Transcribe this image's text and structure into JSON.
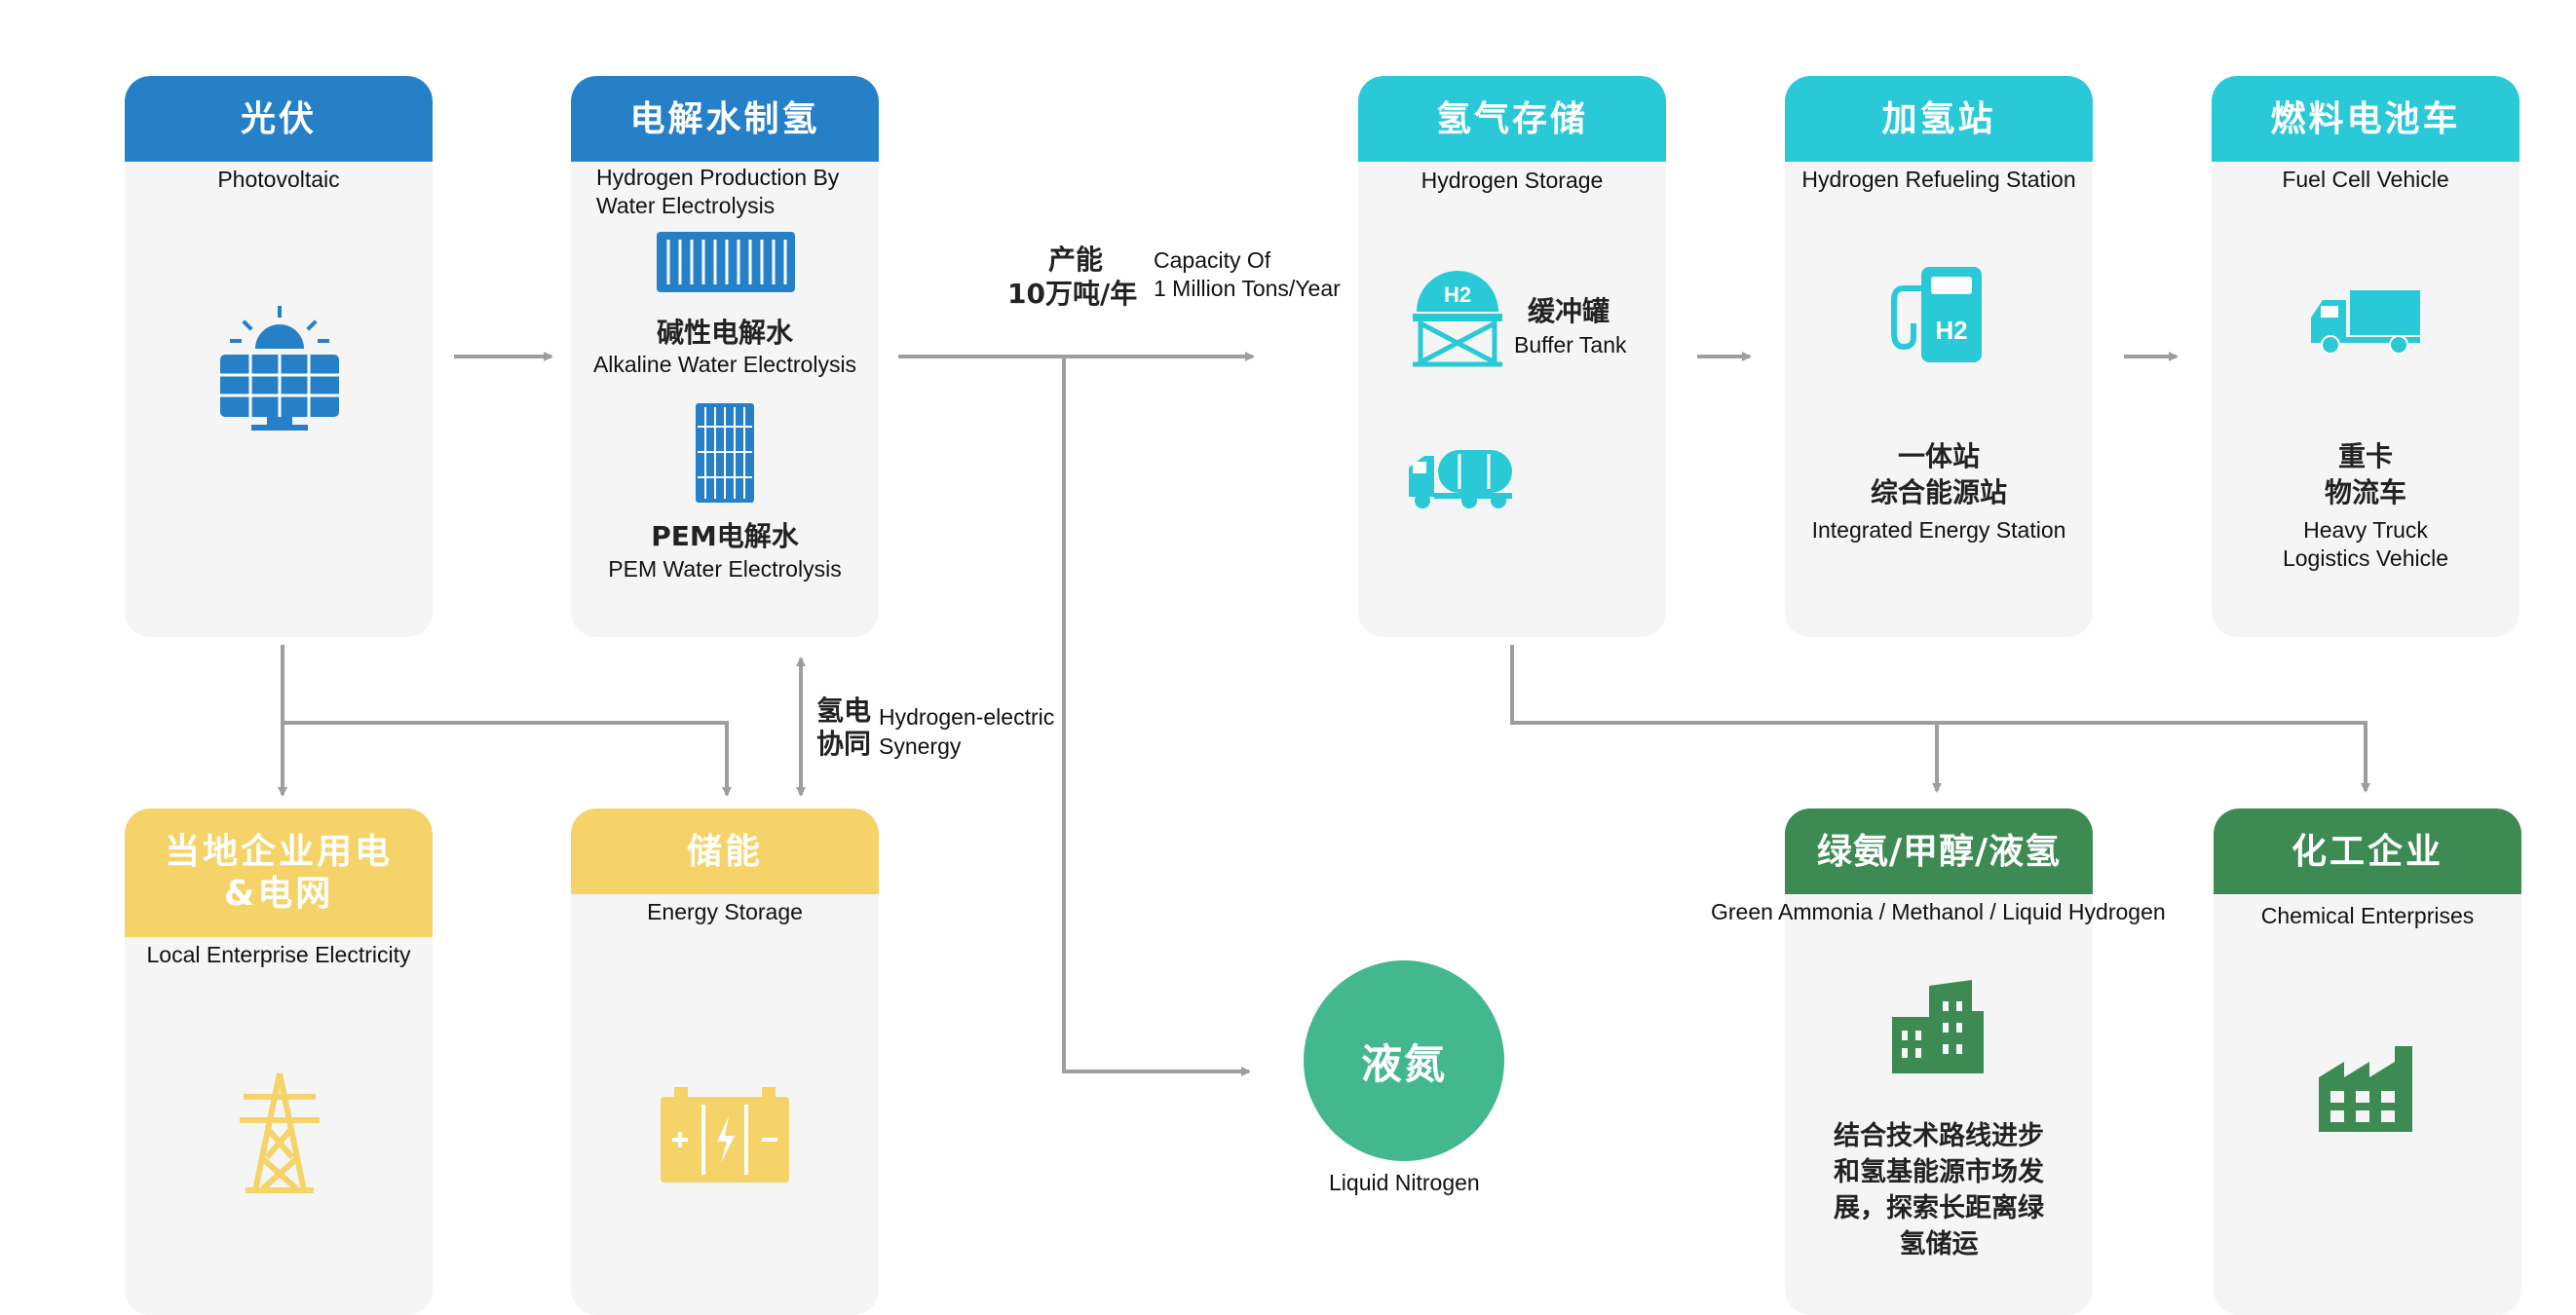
{
  "colors": {
    "blue": "#2680c8",
    "cyan": "#29c9d7",
    "yellow": "#f5d369",
    "green": "#3d8b52",
    "nitrogen": "#43b88f",
    "arrow": "#9e9e9e",
    "card_bg": "#f5f5f5"
  },
  "pv": {
    "title": "光伏",
    "subtitle": "Photovoltaic",
    "icon": "solar-panel-icon"
  },
  "electrolysis": {
    "title": "电解水制氢",
    "subtitle_line1": "Hydrogen Production By",
    "subtitle_line2": "Water Electrolysis",
    "alkaline_zh": "碱性电解水",
    "alkaline_en": "Alkaline Water Electrolysis",
    "pem_zh": "PEM电解水",
    "pem_en": "PEM Water Electrolysis",
    "icons": [
      "alkaline-electrolyzer-icon",
      "pem-stack-icon"
    ]
  },
  "capacity": {
    "zh_line1": "产能",
    "zh_line2": "10万吨/年",
    "en_line1": "Capacity Of",
    "en_line2": "1 Million Tons/Year"
  },
  "storage": {
    "title": "氢气存储",
    "subtitle": "Hydrogen Storage",
    "buffer_zh": "缓冲罐",
    "buffer_en": "Buffer Tank",
    "icons": [
      "h2-buffer-tank-icon",
      "tank-truck-icon"
    ]
  },
  "station": {
    "title": "加氢站",
    "subtitle": "Hydrogen Refueling Station",
    "zh_line1": "一体站",
    "zh_line2": "综合能源站",
    "en": "Integrated Energy Station",
    "icon": "h2-fuel-pump-icon"
  },
  "vehicle": {
    "title": "燃料电池车",
    "subtitle": "Fuel Cell Vehicle",
    "zh_line1": "重卡",
    "zh_line2": "物流车",
    "en_line1": "Heavy Truck",
    "en_line2": "Logistics Vehicle",
    "icon": "truck-icon"
  },
  "local": {
    "title_line1": "当地企业用电",
    "title_line2": "&电网",
    "subtitle": "Local Enterprise Electricity",
    "icon": "power-tower-icon"
  },
  "energy_storage": {
    "title": "储能",
    "subtitle": "Energy Storage",
    "icon": "battery-icon"
  },
  "synergy": {
    "zh_line1": "氢电",
    "zh_line2": "协同",
    "en_line1": "Hydrogen-electric",
    "en_line2": "Synergy"
  },
  "nitrogen": {
    "circle_text": "液氮",
    "label": "Liquid Nitrogen"
  },
  "ammonia": {
    "title": "绿氨/甲醇/液氢",
    "subtitle": "Green Ammonia / Methanol / Liquid Hydrogen",
    "desc_lines": [
      "结合技术路线进步",
      "和氢基能源市场发",
      "展，探索长距离绿",
      "氢储运"
    ],
    "icon": "buildings-icon"
  },
  "chemical": {
    "title": "化工企业",
    "subtitle": "Chemical Enterprises",
    "icon": "factory-icon"
  }
}
